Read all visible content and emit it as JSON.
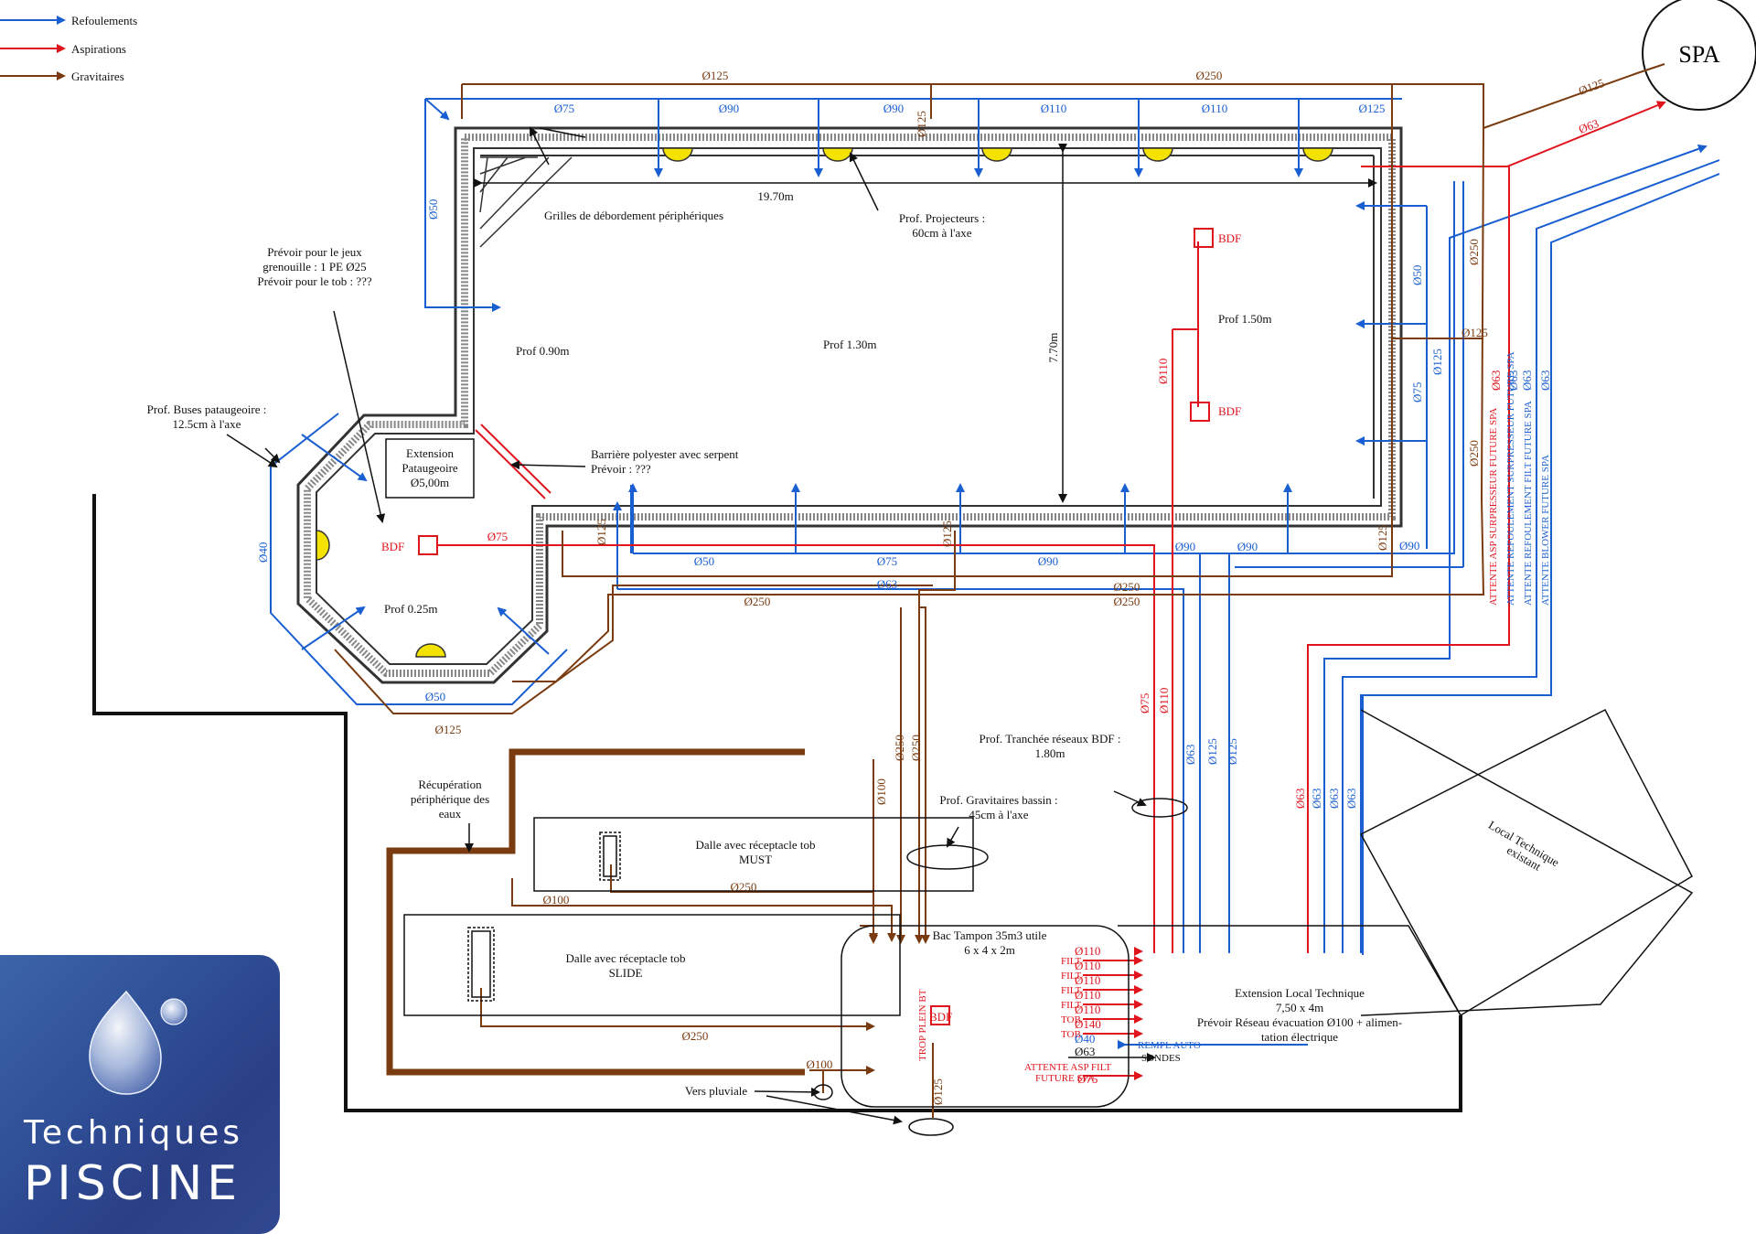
{
  "legend": {
    "refoulements": "Refoulements",
    "aspirations": "Aspirations",
    "gravitaires": "Gravitaires"
  },
  "colors": {
    "refoulement": "#1a5fd1",
    "aspiration": "#e0141d",
    "gravitaire": "#7a3b10"
  },
  "spa": "SPA",
  "pool": {
    "length": "19.70m",
    "width": "7.70m",
    "depth_shallow": "Prof 0.90m",
    "depth_mid": "Prof 1.30m",
    "depth_deep": "Prof 1.50m",
    "pataugeoire_depth": "Prof 0.25m",
    "extension": [
      "Extension",
      "Pataugeoire",
      "Ø5,00m"
    ]
  },
  "notes": {
    "grilles": "Grilles de débordement périphériques",
    "projecteurs": [
      "Prof. Projecteurs :",
      "60cm à l'axe"
    ],
    "jeux": [
      "Prévoir pour le jeux",
      "grenouille : 1 PE Ø25",
      "Prévoir pour le tob : ???"
    ],
    "buses": [
      "Prof. Buses pataugeoire :",
      "12.5cm à l'axe"
    ],
    "barriere": [
      "Barrière polyester avec serpent",
      "Prévoir : ???"
    ],
    "tranchee": [
      "Prof. Tranchée réseaux BDF :",
      "1.80m"
    ],
    "gravitaires_bassin": [
      "Prof. Gravitaires bassin :",
      "45cm à l'axe"
    ],
    "recuperation": [
      "Récupération",
      "périphérique des",
      "eaux"
    ],
    "pluviale": "Vers pluviale"
  },
  "bdf": "BDF",
  "structures": {
    "must": [
      "Dalle avec réceptacle tob",
      "MUST"
    ],
    "slide": [
      "Dalle avec réceptacle tob",
      "SLIDE"
    ],
    "bac": [
      "Bac Tampon 35m3 utile",
      "6 x 4 x 2m"
    ],
    "trop_plein": "TROP PLEIN BT",
    "local_existant": [
      "Local Technique",
      "existant"
    ],
    "extension_local": [
      "Extension Local Technique",
      "7,50 x 4m",
      "Prévoir Réseau évacuation Ø100 + alimen-",
      "tation électrique"
    ]
  },
  "attentes": [
    "ATTENTE ASP SURPRESSEUR FUTURE SPA",
    "ATTENTE REFOULEMENT SURPRESSEUR FUTURE SPA",
    "ATTENTE REFOULEMENT FILT FUTURE SPA",
    "ATTENTE BLOWER FUTURE SPA"
  ],
  "local_inputs": [
    {
      "tag": "FILT",
      "dia": "Ø110"
    },
    {
      "tag": "FILT",
      "dia": "Ø110"
    },
    {
      "tag": "FILT",
      "dia": "Ø110"
    },
    {
      "tag": "FILT",
      "dia": "Ø110"
    },
    {
      "tag": "TOB",
      "dia": "Ø110"
    },
    {
      "tag": "TOB",
      "dia": "Ø140"
    }
  ],
  "local_misc": {
    "d40": "Ø40",
    "rempl": "REMPL AUTO",
    "d63": "Ø63",
    "sondes": "SONDES",
    "attente_asp": [
      "ATTENTE ASP FILT",
      "FUTURE SPA"
    ],
    "d75": "Ø75"
  },
  "pipes": {
    "top_brown_125": "Ø125",
    "top_brown_250": "Ø250",
    "top_blue": [
      "Ø75",
      "Ø90",
      "Ø90",
      "Ø110",
      "Ø110",
      "Ø125"
    ],
    "top_v125": "Ø125",
    "left_v50": "Ø50",
    "right_v50": "Ø50",
    "right_v75": "Ø75",
    "right_v125": "Ø125",
    "right_v250": "Ø250",
    "right_h125": "Ø125",
    "right_v250b": "Ø250",
    "right_br125": "Ø125",
    "right_b90": "Ø90",
    "spa_125": "Ø125",
    "spa_63": "Ø63",
    "att_63": [
      "Ø63",
      "Ø63",
      "Ø63",
      "Ø63"
    ],
    "red_75": "Ø75",
    "red_110": "Ø110",
    "lower_b": [
      "Ø50",
      "Ø75",
      "Ø90",
      "Ø90",
      "Ø90",
      "Ø63"
    ],
    "lower_brown": [
      "Ø250",
      "Ø250",
      "Ø250",
      "Ø125",
      "Ø125"
    ],
    "pat_40": "Ø40",
    "pat_50": "Ø50",
    "pat_125": "Ø125",
    "mid_250": [
      "Ø250",
      "Ø250"
    ],
    "red_v75": "Ø75",
    "red_v110": "Ø110",
    "blue_v": [
      "Ø63",
      "Ø125",
      "Ø125"
    ],
    "r_v": [
      "Ø63",
      "Ø63",
      "Ø63",
      "Ø63"
    ],
    "must_100": "Ø100",
    "must_250": "Ø250",
    "g100": "Ø100",
    "slide_250": "Ø250",
    "pluv_100": "Ø100",
    "trop_125": "Ø125"
  },
  "logo": {
    "line1": "Techniques",
    "line2": "PISCINE"
  }
}
